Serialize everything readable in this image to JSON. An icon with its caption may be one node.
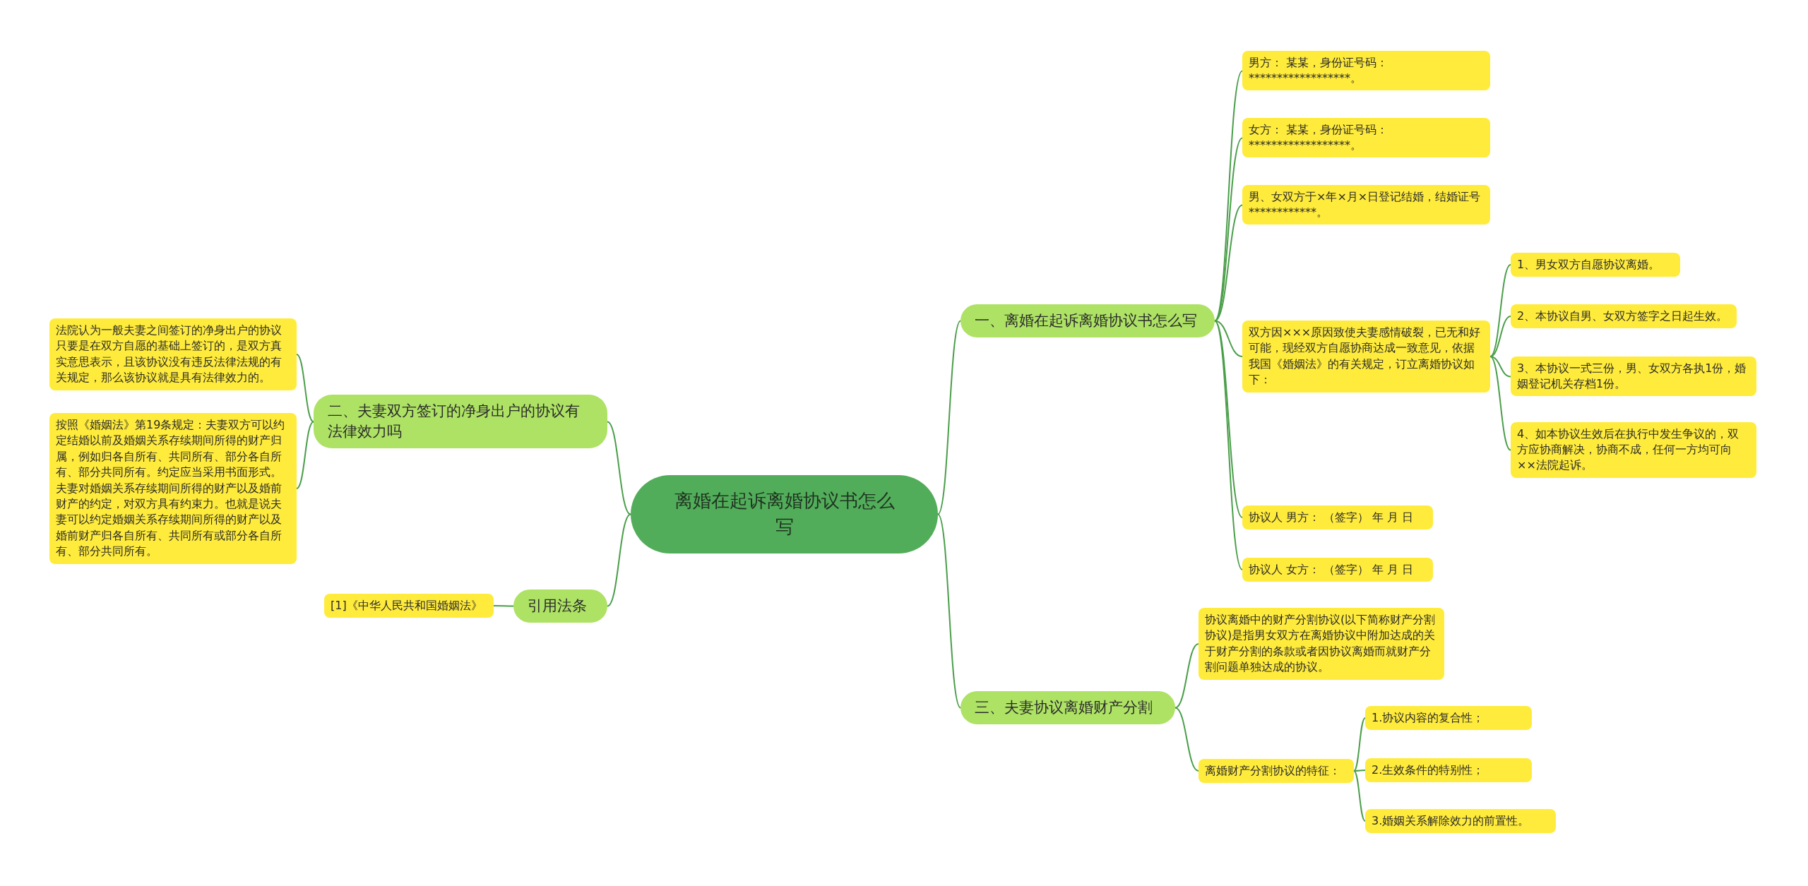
{
  "diagram": {
    "nodes": [
      {
        "text": [
          "离婚在起诉离婚协议书怎么写"
        ]
      },
      {
        "text": [
          "一、离婚在起诉离婚协议书怎么写"
        ]
      },
      {
        "text": [
          "男方： 某某，身份证号码：******************。"
        ]
      },
      {
        "text": [
          "女方： 某某，身份证号码：******************。"
        ]
      },
      {
        "text": [
          "男、女双方于×年×月×日登记结婚，结婚证号************。"
        ]
      },
      {
        "text": [
          "双方因×××原因致使夫妻感情破裂，已无和好可能，现经双方自愿协商达成一致意见，依据我国《婚姻法》的有关规定，订立离婚协议如下："
        ]
      },
      {
        "text": [
          "1、男女双方自愿协议离婚。"
        ]
      },
      {
        "text": [
          "2、本协议自男、女双方签字之日起生效。"
        ]
      },
      {
        "text": [
          "3、本协议一式三份，男、女双方各执1份，婚姻登记机关存档1份。"
        ]
      },
      {
        "text": [
          "4、如本协议生效后在执行中发生争议的，双方应协商解决，协商不成，任何一方均可向××法院起诉。"
        ]
      },
      {
        "text": [
          "协议人 男方： （签字） 年 月 日"
        ]
      },
      {
        "text": [
          "协议人 女方： （签字） 年 月 日"
        ]
      },
      {
        "text": [
          "二、夫妻双方签订的净身出户的协议有法律效力吗"
        ]
      },
      {
        "text": [
          "法院认为一般夫妻之间签订的净身出户的协议只要是在双方自愿的基础上签订的，是双方真实意思表示，且该协议没有违反法律法规的有关规定，那么该协议就是具有法律效力的。"
        ]
      },
      {
        "text": [
          "按照《婚姻法》第19条规定：夫妻双方可以约定结婚以前及婚姻关系存续期间所得的财产归属，例如归各自所有、共同所有、部分各自所有、部分共同所有。约定应当采用书面形式。夫妻对婚姻关系存续期间所得的财产以及婚前财产的约定，对双方具有约束力。也就是说夫妻可以约定婚姻关系存续期间所得的财产以及婚前财产归各自所有、共同所有或部分各自所有、部分共同所有。"
        ]
      },
      {
        "text": [
          "引用法条"
        ]
      },
      {
        "text": [
          "[1]《中华人民共和国婚姻法》"
        ]
      },
      {
        "text": [
          "三、夫妻协议离婚财产分割"
        ]
      },
      {
        "text": [
          "协议离婚中的财产分割协议(以下简称财产分割协议)是指男女双方在离婚协议中附加达成的关于财产分割的条款或者因协议离婚而就财产分割问题单独达成的协议。"
        ]
      },
      {
        "text": [
          "离婚财产分割协议的特征："
        ]
      },
      {
        "text": [
          "1.协议内容的复合性；"
        ]
      },
      {
        "text": [
          "2.生效条件的特别性；"
        ]
      },
      {
        "text": [
          "3.婚姻关系解除效力的前置性。"
        ]
      }
    ],
    "edges": [
      {
        "from": 0,
        "to": 1,
        "arrow": "none"
      },
      {
        "from": 1,
        "to": 2,
        "arrow": "none"
      },
      {
        "from": 1,
        "to": 3,
        "arrow": "none"
      },
      {
        "from": 1,
        "to": 4,
        "arrow": "none"
      },
      {
        "from": 1,
        "to": 5,
        "arrow": "none"
      },
      {
        "from": 5,
        "to": 6,
        "arrow": "none"
      },
      {
        "from": 5,
        "to": 7,
        "arrow": "none"
      },
      {
        "from": 5,
        "to": 8,
        "arrow": "none"
      },
      {
        "from": 5,
        "to": 9,
        "arrow": "none"
      },
      {
        "from": 1,
        "to": 10,
        "arrow": "none"
      },
      {
        "from": 1,
        "to": 11,
        "arrow": "none"
      },
      {
        "from": 0,
        "to": 12,
        "arrow": "none"
      },
      {
        "from": 12,
        "to": 13,
        "arrow": "none"
      },
      {
        "from": 12,
        "to": 14,
        "arrow": "none"
      },
      {
        "from": 0,
        "to": 15,
        "arrow": "none"
      },
      {
        "from": 15,
        "to": 16,
        "arrow": "none"
      },
      {
        "from": 0,
        "to": 17,
        "arrow": "none"
      },
      {
        "from": 17,
        "to": 18,
        "arrow": "none"
      },
      {
        "from": 17,
        "to": 19,
        "arrow": "none"
      },
      {
        "from": 19,
        "to": 20,
        "arrow": "none"
      },
      {
        "from": 19,
        "to": 21,
        "arrow": "none"
      },
      {
        "from": 19,
        "to": 22,
        "arrow": "none"
      }
    ]
  }
}
